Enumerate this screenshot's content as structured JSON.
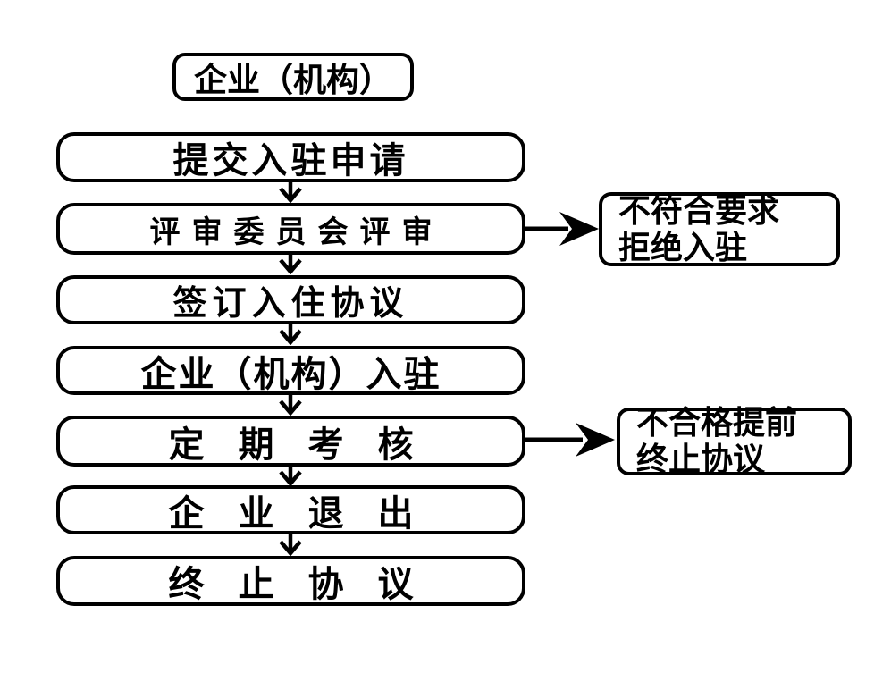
{
  "diagram": {
    "type": "flowchart",
    "colors": {
      "stroke": "#000000",
      "background": "#ffffff",
      "text": "#000000"
    },
    "title_box": {
      "label": "企业（机构）"
    },
    "flow": [
      {
        "label": "提交入驻申请"
      },
      {
        "label": "评审委员会评审"
      },
      {
        "label": "签订入住协议"
      },
      {
        "label": "企业（机构）入驻"
      },
      {
        "label": "定期考核"
      },
      {
        "label": "企业退出"
      },
      {
        "label": "终止协议"
      }
    ],
    "branches": [
      {
        "line1": "不符合要求",
        "line2": "拒绝入驻",
        "from": "评审委员会评审"
      },
      {
        "line1": "不合格提前",
        "line2": "终止协议",
        "from": "定期考核"
      }
    ]
  }
}
